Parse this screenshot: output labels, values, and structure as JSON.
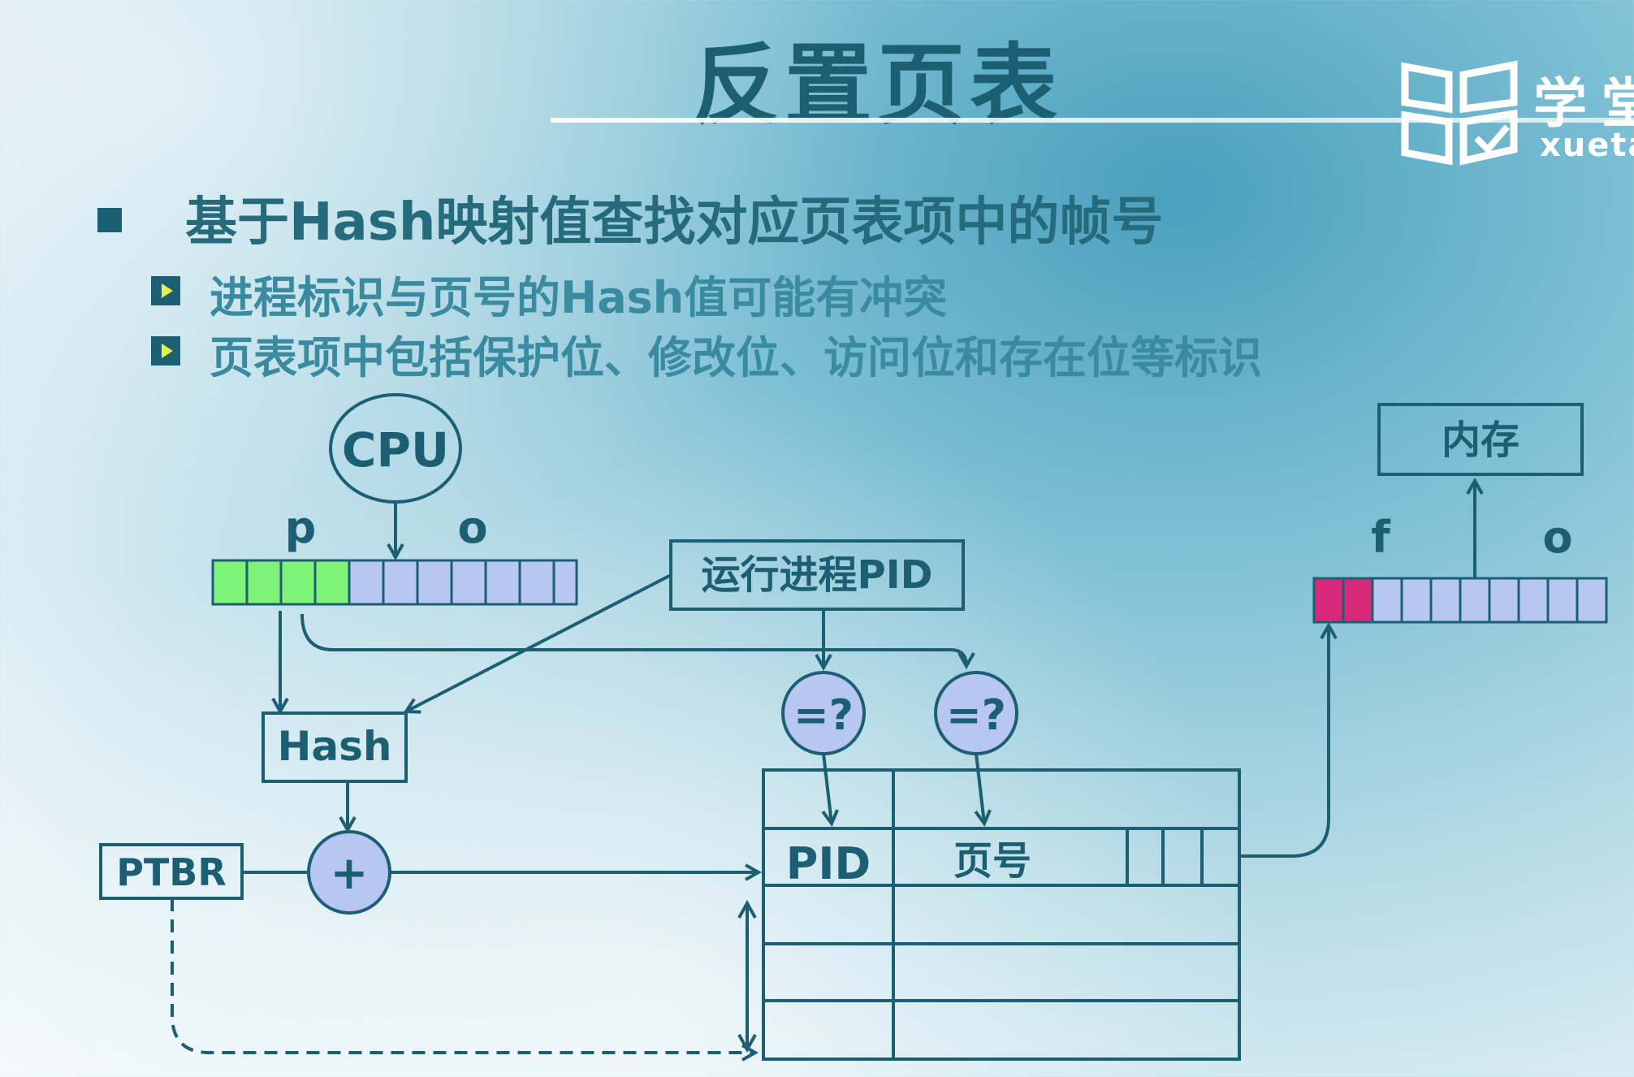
{
  "slide": {
    "title": "反置页表",
    "logo_text": "学堂",
    "logo_sub": "xuetang",
    "bullet": "基于Hash映射值查找对应页表项中的帧号",
    "subbullets": [
      "进程标识与页号的Hash值可能有冲突",
      "页表项中包括保护位、修改位、访问位和存在位等标识"
    ]
  },
  "diagram": {
    "cpu": "CPU",
    "p": "p",
    "o": "o",
    "pid_box": "运行进程PID",
    "hash": "Hash",
    "ptbr": "PTBR",
    "plus": "+",
    "compare": "=?",
    "col_pid": "PID",
    "col_page": "页号",
    "memory": "内存",
    "f": "f",
    "o2": "o",
    "colors": {
      "green_cell": "#7ff27a",
      "blue_cell": "#b8c6f2",
      "magenta_cell": "#d8287a",
      "stroke": "#1c5f72"
    }
  }
}
